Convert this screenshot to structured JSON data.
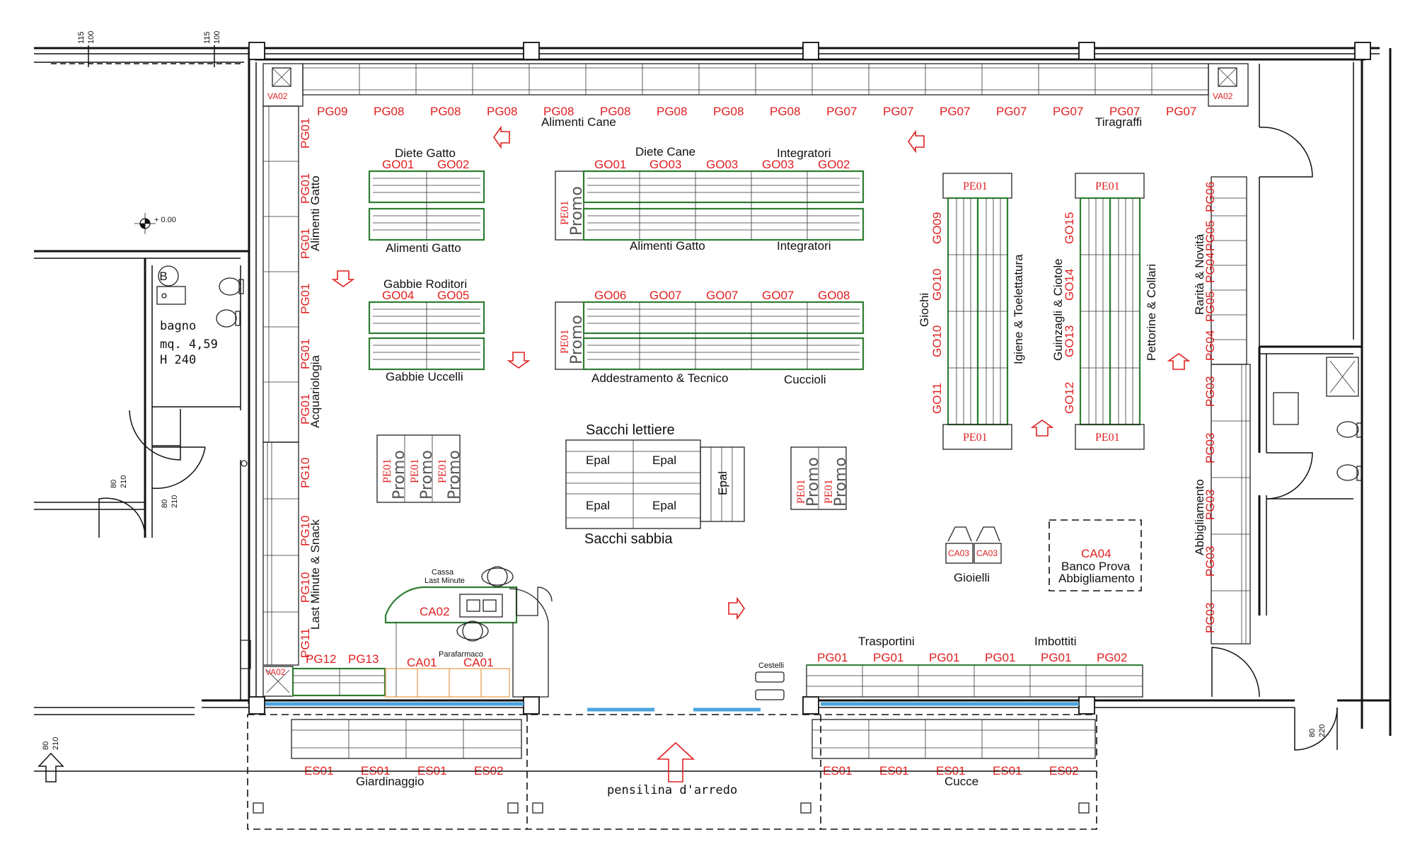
{
  "wall_shelves_top": {
    "codes": [
      "PG09",
      "PG08",
      "PG08",
      "PG08",
      "PG08",
      "PG08",
      "PG08",
      "PG08",
      "PG08",
      "PG07",
      "PG07",
      "PG07",
      "PG07",
      "PG07",
      "PG07",
      "PG07"
    ],
    "label_cane": "Alimenti Cane",
    "label_tiragraffi": "Tiragraffi",
    "va_left": "VA02",
    "va_right": "VA02"
  },
  "wall_shelves_left": {
    "codes": [
      "PG01",
      "PG01",
      "PG01",
      "PG01",
      "PG01",
      "PG01",
      "PG10",
      "PG10",
      "PG10",
      "PG11"
    ],
    "label_gatto": "Alimenti Gatto",
    "label_acquariologia": "Acquariologia",
    "label_lastminute": "Last Minute & Snack"
  },
  "wall_shelves_right": {
    "codes": [
      "PG06",
      "PG05",
      "PG04",
      "PG05",
      "PG04",
      "PG03",
      "PG03",
      "PG03",
      "PG03",
      "PG03"
    ],
    "label_rarita": "Rarità & Novità",
    "label_abbigliamento": "Abbigliamento"
  },
  "gondolas": {
    "diete_gatto": {
      "title": "Diete Gatto",
      "codes": [
        "GO01",
        "GO02"
      ],
      "bottom": "Alimenti Gatto"
    },
    "diete_cane": {
      "title": "Diete Cane",
      "title2": "Integratori",
      "codes": [
        "GO01",
        "GO03",
        "GO03",
        "GO03",
        "GO02"
      ],
      "bottom": "Alimenti Gatto",
      "bottom2": "Integratori"
    },
    "gabbie_roditori": {
      "title": "Gabbie Roditori",
      "codes": [
        "GO04",
        "GO05"
      ],
      "bottom": "Gabbie Uccelli"
    },
    "addestramento": {
      "codes": [
        "GO06",
        "GO07",
        "GO07",
        "GO07",
        "GO08"
      ],
      "bottom": "Addestramento & Tecnico",
      "bottom2": "Cuccioli"
    },
    "giochi": {
      "codes": [
        "GO09",
        "GO10",
        "GO10",
        "GO11"
      ],
      "label": "Giochi",
      "label2": "Igiene & Toelettatura",
      "pe_top": "PE01",
      "pe_bottom": "PE01"
    },
    "guinzagli": {
      "codes": [
        "GO15",
        "GO14",
        "GO13",
        "GO12"
      ],
      "label": "Guinzagli & Ciotole",
      "label2": "Pettorine & Collari",
      "pe_top": "PE01",
      "pe_bottom": "PE01"
    }
  },
  "promo": {
    "code": "PE01",
    "word": "Promo"
  },
  "sacchi": {
    "title": "Sacchi lettiere",
    "bottom": "Sacchi sabbia",
    "epal": [
      "Epal",
      "Epal",
      "Epal",
      "Epal"
    ],
    "epal_side": "Epal"
  },
  "cassa": {
    "label1": "Cassa",
    "label2": "Last Minute",
    "code": "CA02",
    "parafarmaco": "Parafarmaco",
    "ca01": [
      "CA01",
      "CA01"
    ],
    "pg_bottom": [
      "PG12",
      "PG13"
    ],
    "va": "VA02"
  },
  "gioielli": {
    "codes": [
      "CA03",
      "CA03"
    ],
    "label": "Gioielli"
  },
  "ca04": {
    "code": "CA04",
    "line1": "Banco Prova",
    "line2": "Abbigliamento"
  },
  "bottom_right_shelves": {
    "codes": [
      "PG01",
      "PG01",
      "PG01",
      "PG01",
      "PG01",
      "PG02"
    ],
    "label1": "Trasportini",
    "label2": "Imbottiti"
  },
  "cestelli": "Cestelli",
  "outside": {
    "es_left": [
      "ES01",
      "ES01",
      "ES01",
      "ES02"
    ],
    "es_right": [
      "ES01",
      "ES01",
      "ES01",
      "ES01",
      "ES02"
    ],
    "label_left": "Giardinaggio",
    "label_right": "Cucce",
    "pensilina": "pensilina d'arredo"
  },
  "bathroom": {
    "badge": "B",
    "line1": "bagno",
    "line2": "mq. 4,59",
    "line3": "H 240"
  },
  "level": "+ 0.00",
  "dims": {
    "top_a": "115",
    "top_b": "100",
    "top_c": "115",
    "top_d": "100",
    "door_a": "80",
    "door_b": "210",
    "door2_a": "80",
    "door2_b": "210",
    "door3_a": "80",
    "door3_b": "210",
    "door4_a": "80",
    "door4_b": "220"
  },
  "colors": {
    "codes": "#e02020",
    "gondola_edge": "#2e7d32",
    "glass": "#4aa3df",
    "counter": "#e59a4a"
  }
}
